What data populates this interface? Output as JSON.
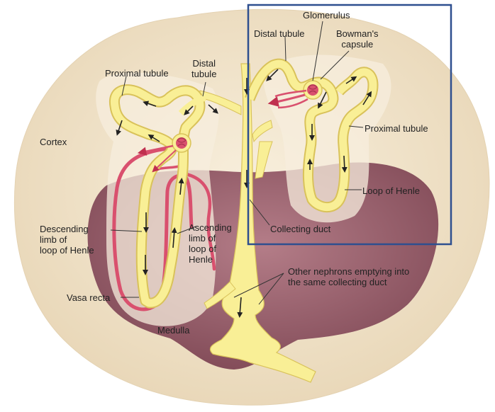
{
  "labels": {
    "glomerulus": "Glomerulus",
    "distal_tubule_right": "Distal tubule",
    "bowmans_1": "Bowman's",
    "bowmans_2": "capsule",
    "proximal_tubule_left": "Proximal tubule",
    "distal_left_1": "Distal",
    "distal_left_2": "tubule",
    "cortex": "Cortex",
    "proximal_tubule_right": "Proximal tubule",
    "loop_of_henle": "Loop of Henle",
    "descending_1": "Descending",
    "descending_2": "limb of",
    "descending_3": "loop of Henle",
    "ascending_1": "Ascending",
    "ascending_2": "limb of",
    "ascending_3": "loop of",
    "ascending_4": "Henle",
    "collecting_duct": "Collecting duct",
    "other_nephrons_1": "Other nephrons emptying into",
    "other_nephrons_2": "the same collecting duct",
    "vasa_recta": "Vasa recta",
    "medulla": "Medulla"
  },
  "colors": {
    "cortex": "#efe0c6",
    "medulla": "#8e5864",
    "tubule": "#f7ec92",
    "tubule_edge": "#d9c25a",
    "vessel": "#d9506e",
    "highlight_box": "#2e4f8f",
    "arrow": "#222222"
  }
}
